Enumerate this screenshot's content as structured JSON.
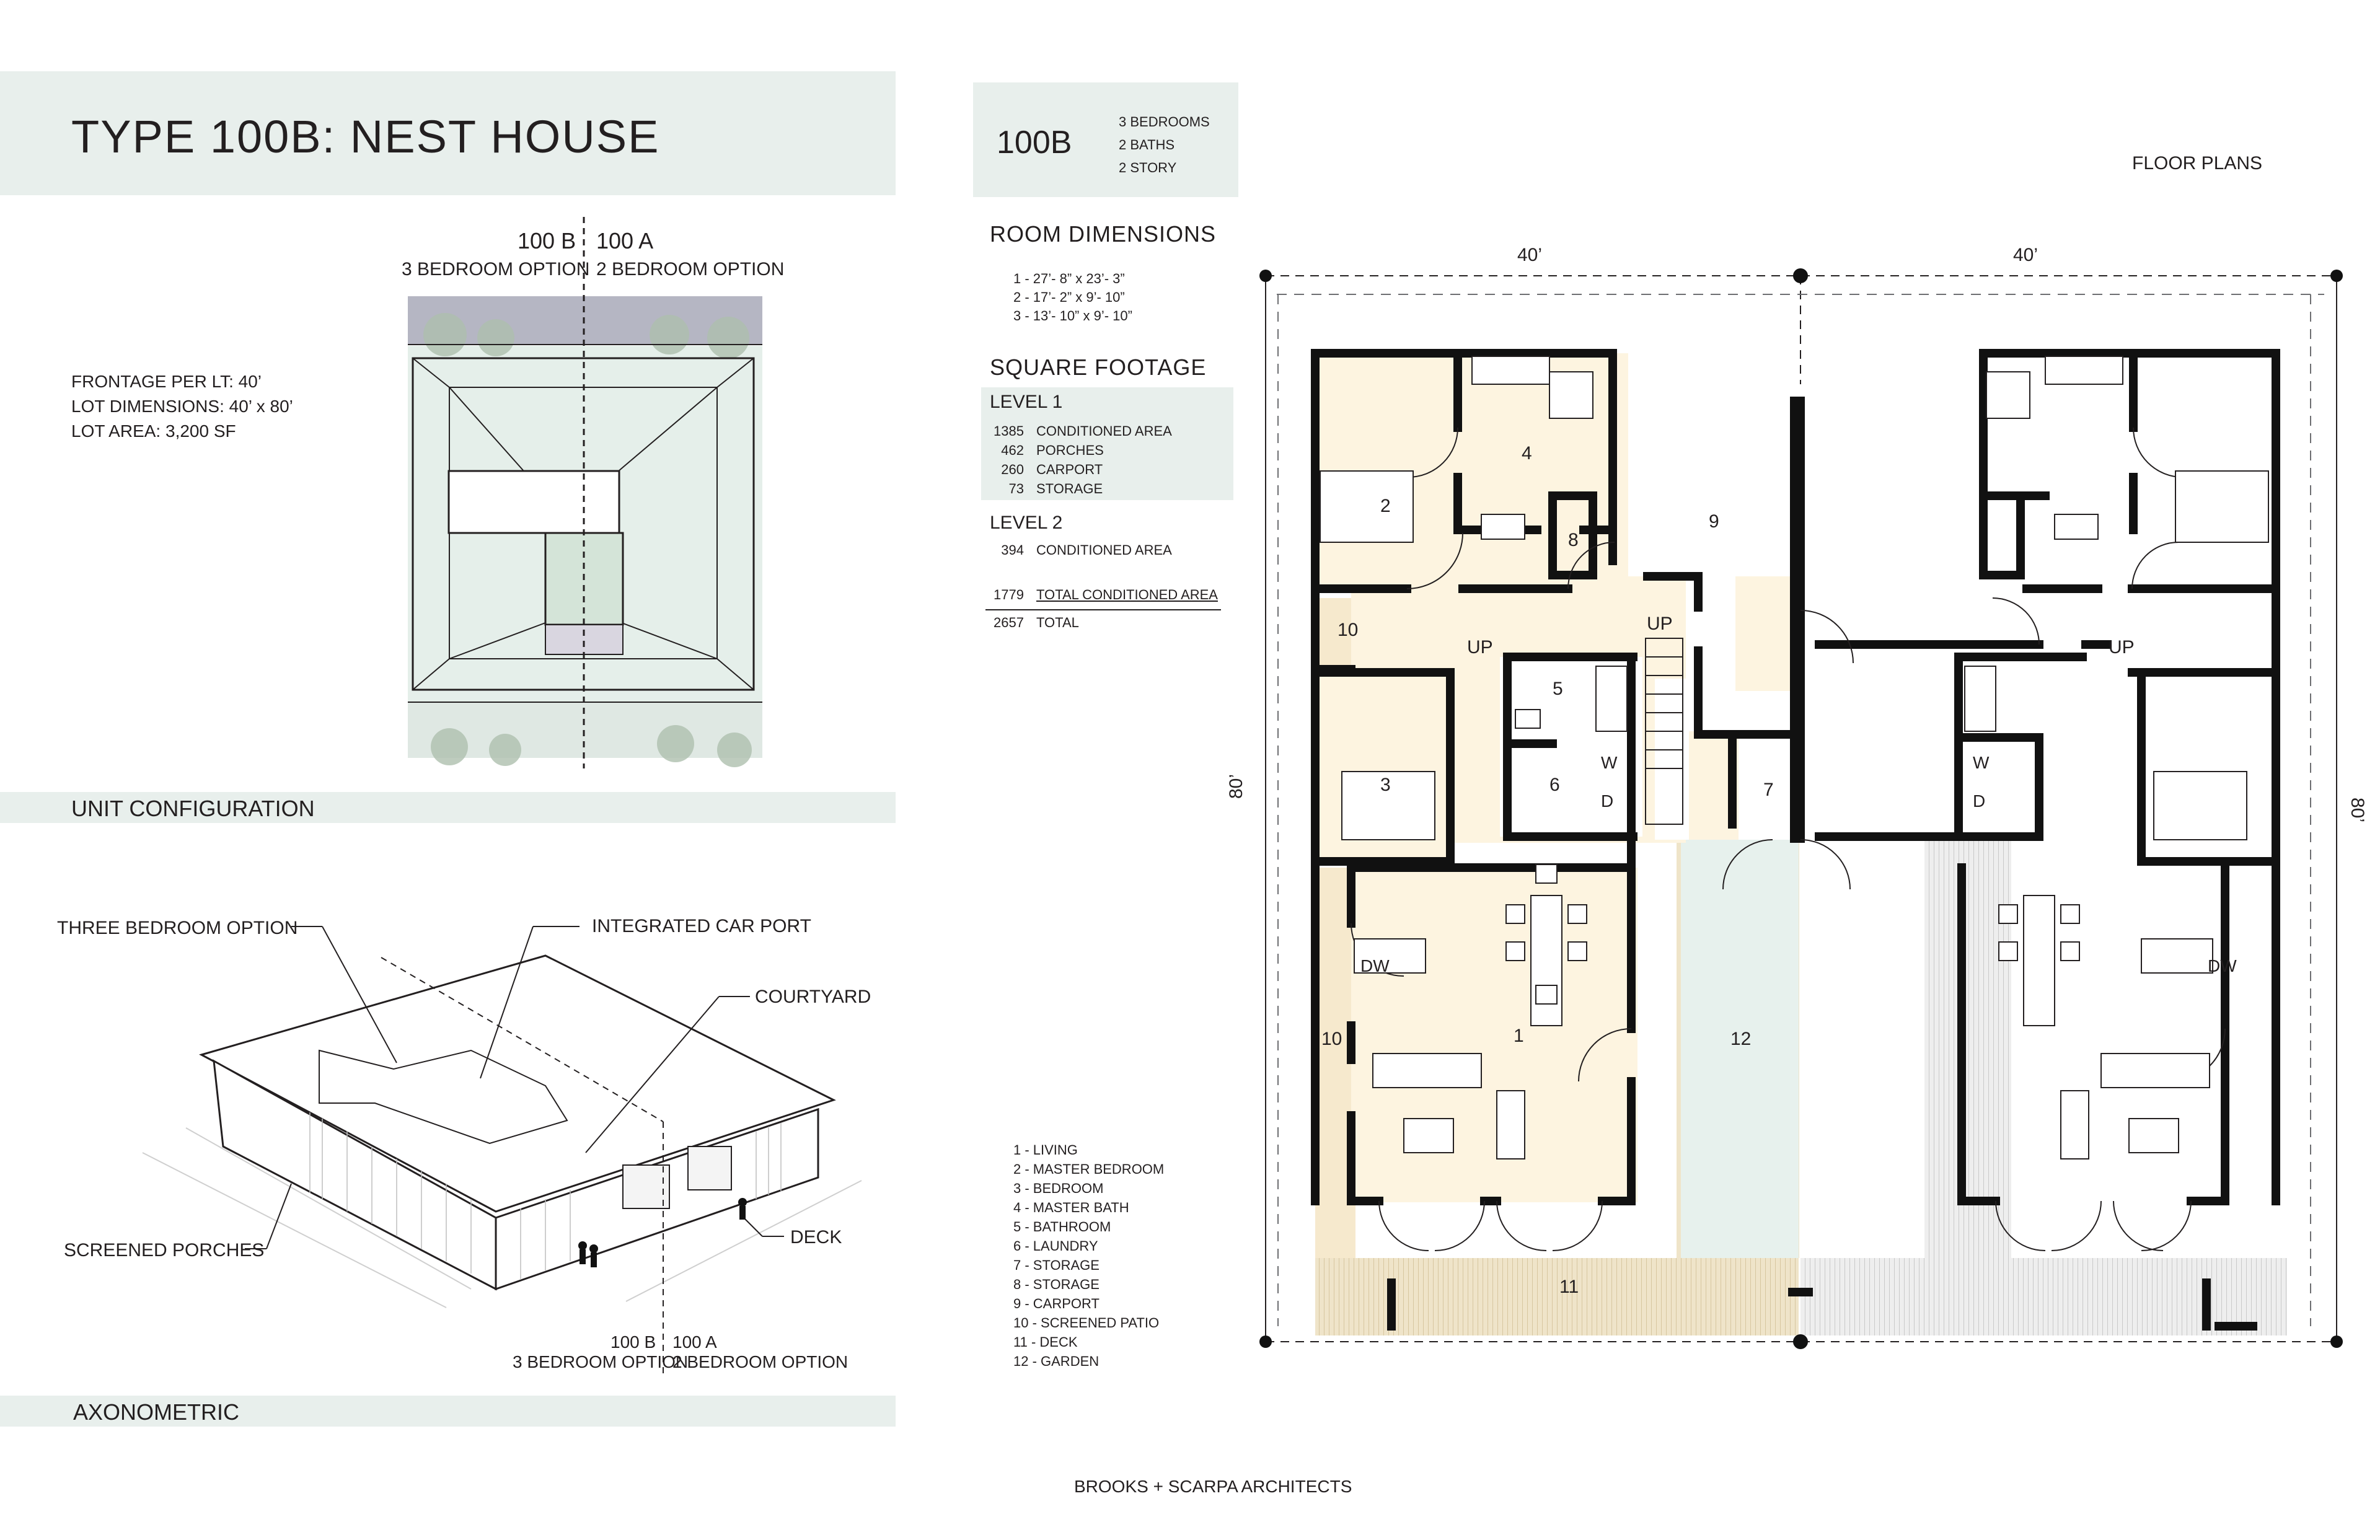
{
  "header": {
    "title": "TYPE 100B: NEST HOUSE",
    "unit_code": "100B",
    "unit_specs": [
      "3 BEDROOMS",
      "2 BATHS",
      "2 STORY"
    ],
    "floor_plans_label": "FLOOR PLANS"
  },
  "site_plan": {
    "label_b": "100 B",
    "label_a": "100 A",
    "option_b": "3 BEDROOM OPTION",
    "option_a": "2 BEDROOM OPTION",
    "lot_info": [
      "FRONTAGE PER LT: 40’",
      "LOT DIMENSIONS: 40’ x 80’",
      "LOT AREA: 3,200 SF"
    ]
  },
  "sections": {
    "unit_configuration": "UNIT CONFIGURATION",
    "axonometric": "AXONOMETRIC"
  },
  "axonometric": {
    "three_bedroom_option": "THREE BEDROOM OPTION",
    "integrated_car_port": "INTEGRATED CAR PORT",
    "courtyard": "COURTYARD",
    "screened_porches": "SCREENED PORCHES",
    "deck": "DECK",
    "label_b": "100 B",
    "label_a": "100 A",
    "option_b": "3 BEDROOM OPTION",
    "option_a": "2 BEDROOM OPTION"
  },
  "room_dimensions": {
    "heading": "ROOM DIMENSIONS",
    "items": [
      "1 - 27’- 8” x 23’- 3”",
      "2 - 17’- 2” x 9’- 10”",
      "3 - 13’- 10” x 9’- 10”"
    ]
  },
  "square_footage": {
    "heading": "SQUARE FOOTAGE",
    "level1_label": "LEVEL 1",
    "level1": [
      {
        "value": "1385",
        "label": "CONDITIONED AREA"
      },
      {
        "value": "462",
        "label": "PORCHES"
      },
      {
        "value": "260",
        "label": "CARPORT"
      },
      {
        "value": "73",
        "label": "STORAGE"
      }
    ],
    "level2_label": "LEVEL 2",
    "level2": [
      {
        "value": "394",
        "label": "CONDITIONED AREA"
      }
    ],
    "total_conditioned": {
      "value": "1779",
      "label": "TOTAL CONDITIONED AREA"
    },
    "total": {
      "value": "2657",
      "label": "TOTAL"
    }
  },
  "legend": [
    "1 - LIVING",
    "2 - MASTER BEDROOM",
    "3 - BEDROOM",
    "4 - MASTER BATH",
    "5 - BATHROOM",
    "6 - LAUNDRY",
    "7 - STORAGE",
    "8 - STORAGE",
    "9 - CARPORT",
    "10 - SCREENED PATIO",
    "11 - DECK",
    "12 - GARDEN"
  ],
  "floor_plan": {
    "dim_top_left": "40’",
    "dim_top_right": "40’",
    "dim_left": "80’",
    "dim_right": "80’",
    "rooms": {
      "r1": "1",
      "r2": "2",
      "r3": "3",
      "r4": "4",
      "r5": "5",
      "r6": "6",
      "r7": "7",
      "r8": "8",
      "r9": "9",
      "r10a": "10",
      "r10b": "10",
      "r11": "11",
      "r12": "12"
    },
    "up1": "UP",
    "up2": "UP",
    "up3": "UP",
    "w1": "W",
    "d1": "D",
    "w2": "W",
    "d2": "D",
    "dw1": "DW",
    "dw2": "DW"
  },
  "colors": {
    "band": "#e8efec",
    "conditioned": "#fdf4e0",
    "patio": "#f6e9cd",
    "garden": "#e7f1ed",
    "deck": "#efe4c9",
    "wall": "#111111"
  },
  "footer": {
    "firm": "BROOKS + SCARPA ARCHITECTS"
  }
}
